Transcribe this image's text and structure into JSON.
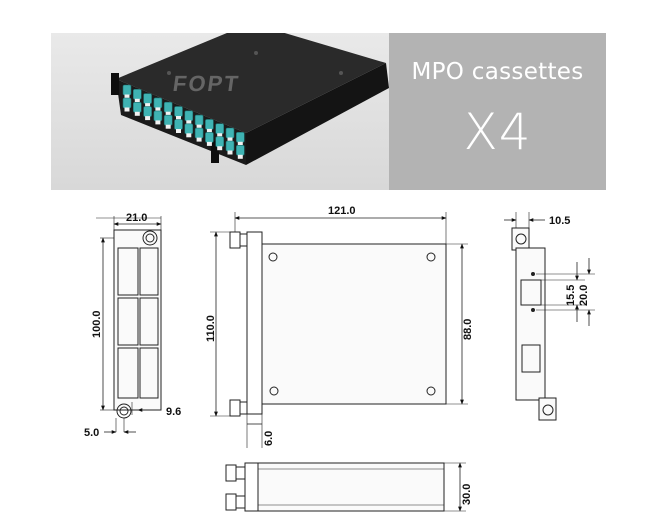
{
  "banner": {
    "title": "MPO cassettes",
    "quantity": "X4",
    "brand": "FOPT"
  },
  "colors": {
    "caption_background": "#b3b3b3",
    "adapter_color": "#3fb3b3",
    "cassette_body": "#1f1f1f"
  },
  "dimensions": {
    "front_width": "21.0",
    "front_height": "100.0",
    "front_ear_offset": "5.0",
    "front_ear_width": "9.6",
    "top_length": "121.0",
    "top_overall_height": "110.0",
    "top_body_height": "88.0",
    "top_flange_offset": "6.0",
    "side_ear_width": "10.5",
    "side_slot_height": "15.5",
    "side_slot_pitch": "20.0",
    "bottom_height": "30.0"
  }
}
